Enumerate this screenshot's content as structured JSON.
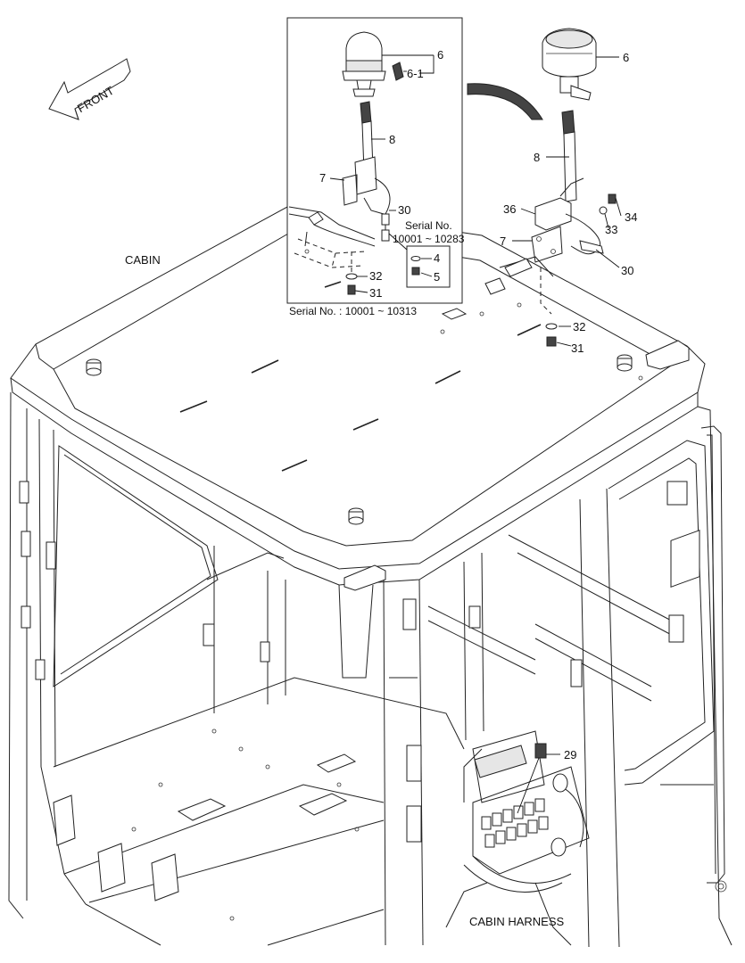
{
  "labels": {
    "front": "FRONT",
    "cabin": "CABIN",
    "cabin_harness": "CABIN HARNESS",
    "serial_inset_main": "Serial No. : 10001 ~ 10313",
    "serial_inset_sub_line1": "Serial No.",
    "serial_inset_sub_line2": "10001 ~ 10283"
  },
  "callouts": {
    "inset_6": "6",
    "inset_6_1": "6-1",
    "inset_8": "8",
    "inset_7": "7",
    "inset_30": "30",
    "inset_4": "4",
    "inset_5": "5",
    "inset_32": "32",
    "inset_31": "31",
    "main_6": "6",
    "main_8": "8",
    "main_36": "36",
    "main_34": "34",
    "main_33": "33",
    "main_7": "7",
    "main_30": "30",
    "main_32": "32",
    "main_31": "31",
    "main_29": "29"
  },
  "colors": {
    "line": "#222222",
    "background": "#ffffff"
  }
}
